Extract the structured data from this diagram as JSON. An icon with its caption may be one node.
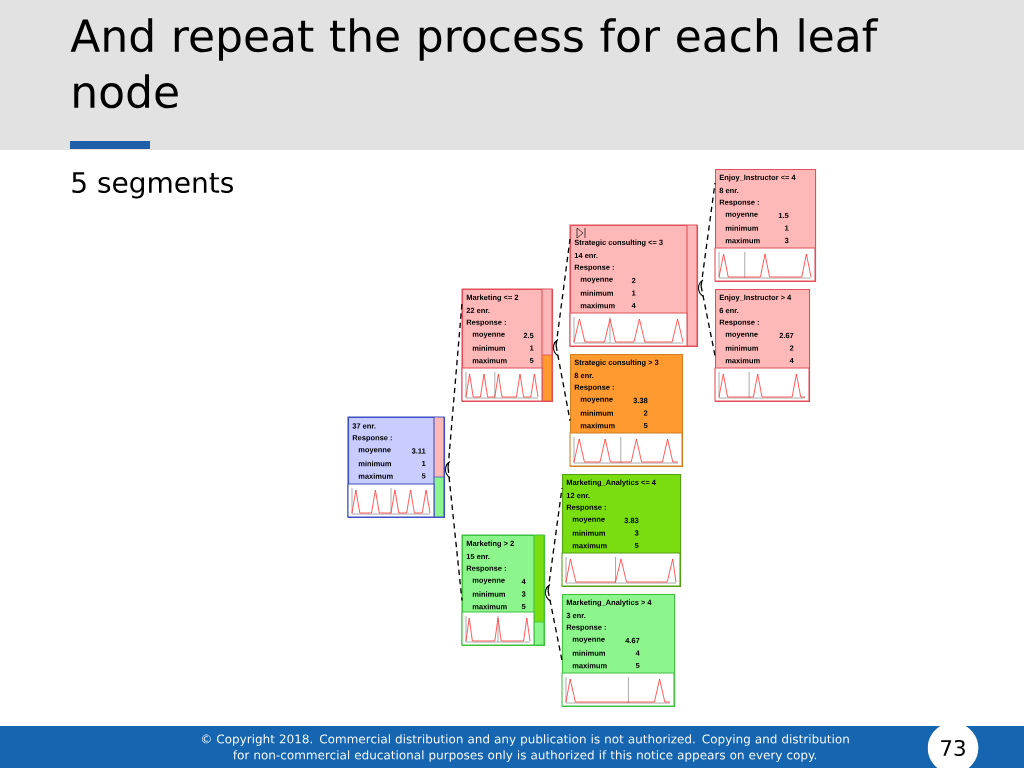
{
  "diagram": {
    "title": "And repeat the process for each leaf node",
    "nodes": [
      {
        "text": [
          "37 enr.",
          "Response :",
          "moyenne",
          "3.11",
          "minimum",
          "1",
          "maximum",
          "5"
        ]
      },
      {
        "text": [
          "Marketing <= 2",
          "22 enr.",
          "Response :",
          "moyenne",
          "2.5",
          "minimum",
          "1",
          "maximum",
          "5"
        ]
      },
      {
        "text": [
          "Marketing > 2",
          "15 enr.",
          "Response :",
          "moyenne",
          "4",
          "minimum",
          "3",
          "maximum",
          "5"
        ]
      },
      {
        "text": [
          "Strategic consulting <= 3",
          "14 enr.",
          "Response :",
          "moyenne",
          "2",
          "minimum",
          "1",
          "maximum",
          "4"
        ]
      },
      {
        "text": [
          "Strategic consulting > 3",
          "8 enr.",
          "Response :",
          "moyenne",
          "3.38",
          "minimum",
          "2",
          "maximum",
          "5"
        ]
      },
      {
        "text": [
          "Marketing_Analytics <= 4",
          "12 enr.",
          "Response :",
          "moyenne",
          "3.83",
          "minimum",
          "3",
          "maximum",
          "5"
        ]
      },
      {
        "text": [
          "Marketing_Analytics > 4",
          "3 enr.",
          "Response :",
          "moyenne",
          "4.67",
          "minimum",
          "4",
          "maximum",
          "5"
        ]
      },
      {
        "text": [
          "Enjoy_Instructor <= 4",
          "8 enr.",
          "Response :",
          "moyenne",
          "1.5",
          "minimum",
          "1",
          "maximum",
          "3"
        ]
      },
      {
        "text": [
          "Enjoy_Instructor > 4",
          "6 enr.",
          "Response :",
          "moyenne",
          "2.67",
          "minimum",
          "2",
          "maximum",
          "4"
        ]
      }
    ],
    "edges": [
      {
        "from": 0,
        "to": 1,
        "arrow": "none",
        "style": "dashed"
      },
      {
        "from": 0,
        "to": 2,
        "arrow": "none",
        "style": "dashed"
      },
      {
        "from": 1,
        "to": 3,
        "arrow": "none",
        "style": "dashed"
      },
      {
        "from": 1,
        "to": 4,
        "arrow": "none",
        "style": "dashed"
      },
      {
        "from": 2,
        "to": 5,
        "arrow": "none",
        "style": "dashed"
      },
      {
        "from": 2,
        "to": 6,
        "arrow": "none",
        "style": "dashed"
      },
      {
        "from": 3,
        "to": 7,
        "arrow": "none",
        "style": "dashed"
      },
      {
        "from": 3,
        "to": 8,
        "arrow": "none",
        "style": "dashed"
      }
    ],
    "labels": [
      "5 segments",
      "© Copyright 2018. Commercial distribution and any publication is not authorized. Copying and distribution for non-commercial educational purposes only is authorized if this notice appears on every copy.",
      "73"
    ]
  }
}
